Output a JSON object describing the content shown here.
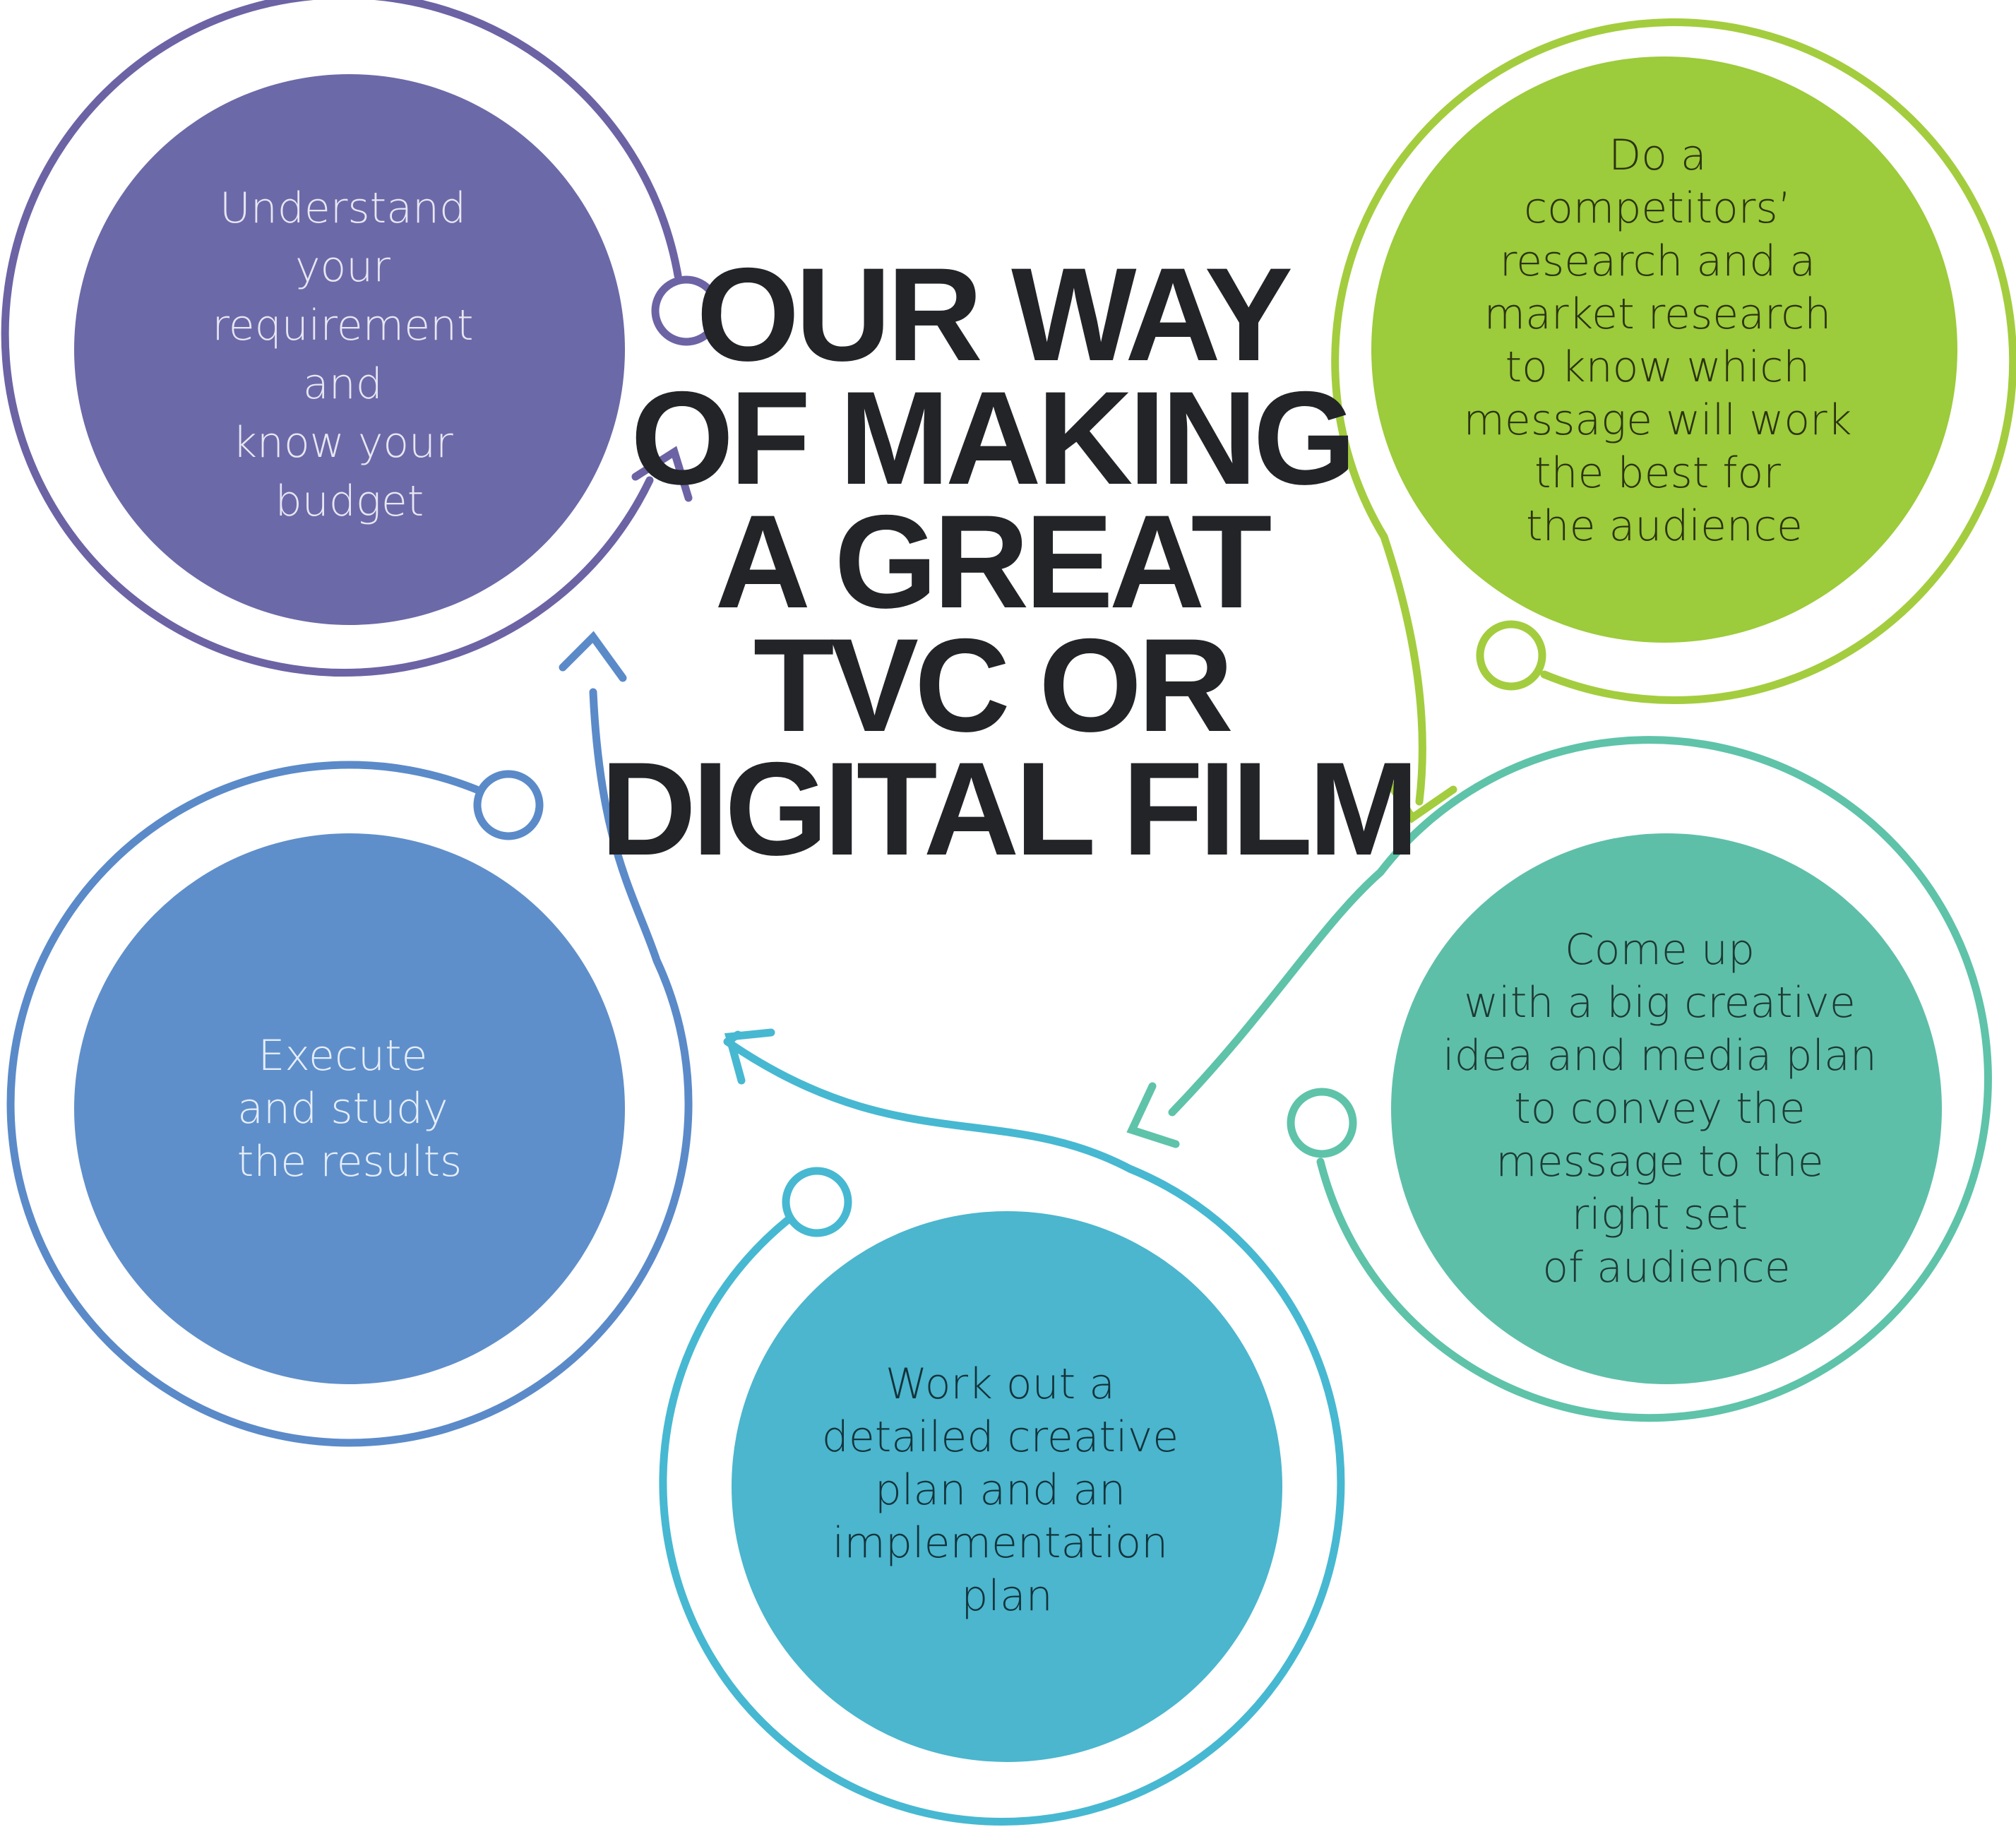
{
  "title": {
    "lines": [
      "OUR WAY",
      "OF MAKING",
      "A GREAT",
      "TVC OR",
      "DIGITAL FILM"
    ]
  },
  "steps": [
    {
      "id": "understand",
      "lines": [
        "Understand",
        "your",
        "requirement",
        "and",
        "know your",
        "budget"
      ],
      "fill": "#6c69a8",
      "stroke": "#6c63a5",
      "text_color": "#e7e6f3"
    },
    {
      "id": "research",
      "lines": [
        "Do a",
        "competitors’",
        "research and a",
        "market research",
        "to know which",
        "message will work",
        "the best for",
        "the audience"
      ],
      "fill": "#9ccb3b",
      "stroke": "#a3cd3e",
      "text_color": "#2b3310"
    },
    {
      "id": "creative",
      "lines": [
        "Come up",
        "with a big creative",
        "idea and media plan",
        "to convey the",
        "message to the",
        "right set",
        "of audience"
      ],
      "fill": "#5ebfa9",
      "stroke": "#5ec3a9",
      "text_color": "#1d3a34"
    },
    {
      "id": "plan",
      "lines": [
        "Work out a",
        "detailed creative",
        "plan and an",
        "implementation",
        "plan"
      ],
      "fill": "#4bb6ce",
      "stroke": "#47b8d1",
      "text_color": "#13333b"
    },
    {
      "id": "execute",
      "lines": [
        "Execute",
        "and study",
        "the results"
      ],
      "fill": "#5f8fca",
      "stroke": "#5b8ac9",
      "text_color": "#e6eef9"
    }
  ]
}
